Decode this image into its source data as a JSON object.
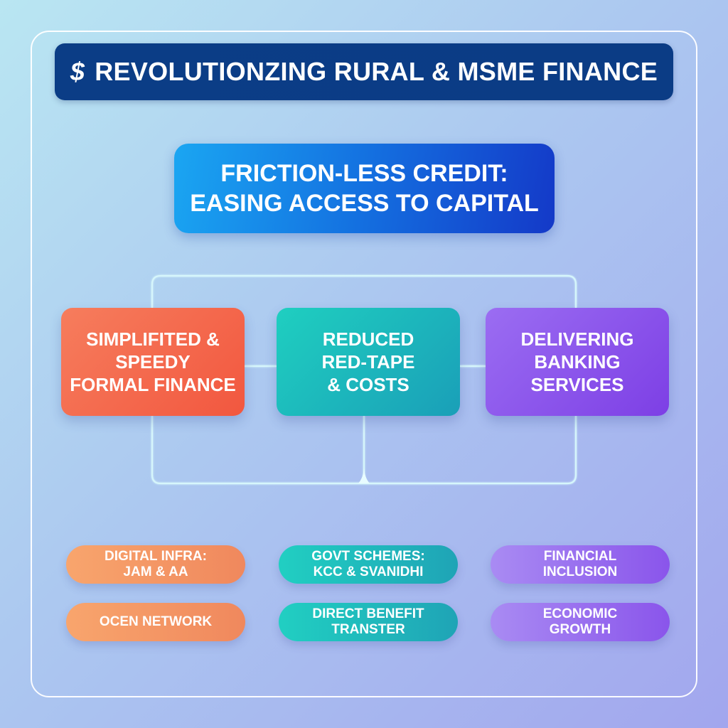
{
  "title": {
    "icon": "dollar-sign-icon",
    "icon_glyph": "$",
    "text": "REVOLUTIONZING RURAL & MSME FINANCE"
  },
  "hero": {
    "line1": "FRICTION-LESS CREDIT:",
    "line2": "EASING ACCESS TO CAPITAL"
  },
  "pillars": [
    {
      "lines": [
        "SIMPLIFITED &",
        "SPEEDY",
        "FORMAL FINANCE"
      ],
      "color": "#f2573f"
    },
    {
      "lines": [
        "REDUCED",
        "RED-TAPE",
        "& COSTS"
      ],
      "color": "#1fb5bc"
    },
    {
      "lines": [
        "DELIVERING",
        "BANKING",
        "SERVICES"
      ],
      "color": "#8a4ee8"
    }
  ],
  "pills": [
    {
      "lines": [
        "DIGITAL INFRA:",
        "JAM & AA"
      ],
      "color": "#f4965f"
    },
    {
      "lines": [
        "GOVT SCHEMES:",
        "KCC & SVANIDHI"
      ],
      "color": "#1fbcbc"
    },
    {
      "lines": [
        "FINANCIAL",
        "INCLUSION"
      ],
      "color": "#9a70ee"
    },
    {
      "lines": [
        "OCEN NETWORK"
      ],
      "color": "#f4965f"
    },
    {
      "lines": [
        "DIRECT BENEFIT",
        "TRANSTER"
      ],
      "color": "#1fbcbc"
    },
    {
      "lines": [
        "ECONOMIC",
        "GROWTH"
      ],
      "color": "#9a70ee"
    }
  ],
  "colors": {
    "title_bg": "#0b3d86",
    "hero_start": "#1aa6f2",
    "hero_end": "#1439c8",
    "connector": "#d6f6fb",
    "frame": "#ffffff"
  }
}
